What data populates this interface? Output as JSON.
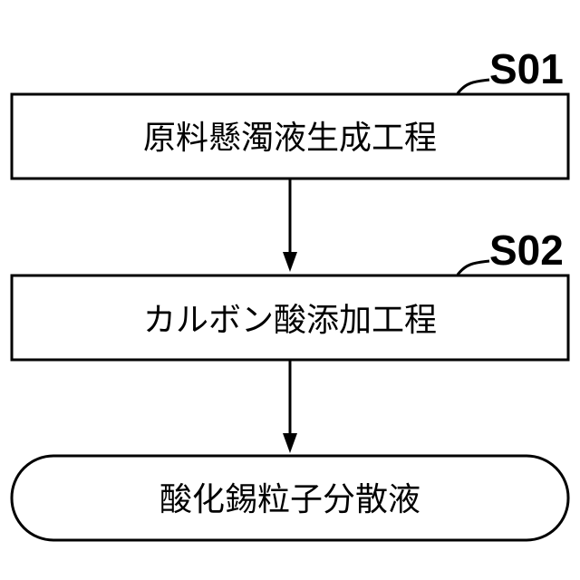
{
  "steps": [
    {
      "id": "S01",
      "text": "原料懸濁液生成工程"
    },
    {
      "id": "S02",
      "text": "カルボン酸添加工程"
    }
  ],
  "result": {
    "text": "酸化錫粒子分散液"
  }
}
